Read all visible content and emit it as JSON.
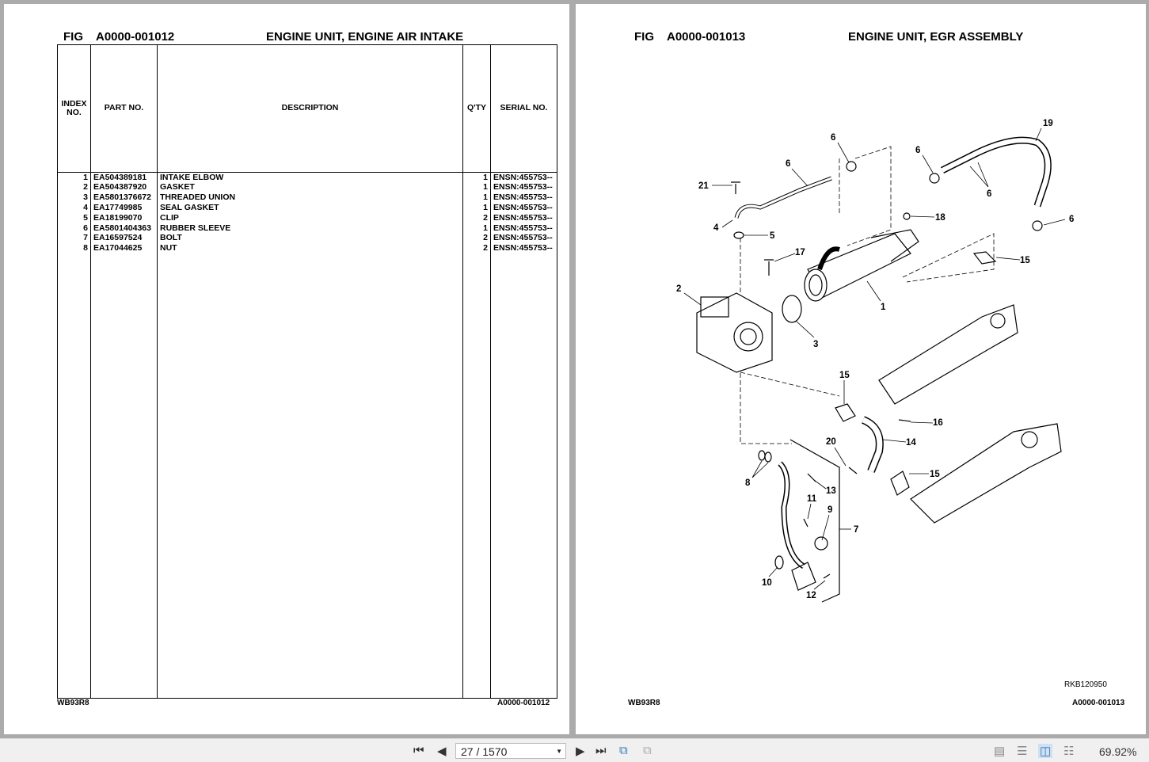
{
  "left_page": {
    "fig_label": "FIG",
    "fig_number": "A0000-001012",
    "title": "ENGINE UNIT, ENGINE AIR INTAKE",
    "columns": [
      "INDEX NO.",
      "PART NO.",
      "DESCRIPTION",
      "Q'TY",
      "SERIAL NO."
    ],
    "rows": [
      {
        "index": "1",
        "part": "EA504389181",
        "desc": "INTAKE ELBOW",
        "qty": "1",
        "serial": "ENSN:455753--"
      },
      {
        "index": "2",
        "part": "EA504387920",
        "desc": "GASKET",
        "qty": "1",
        "serial": "ENSN:455753--"
      },
      {
        "index": "3",
        "part": "EA5801376672",
        "desc": "THREADED UNION",
        "qty": "1",
        "serial": "ENSN:455753--"
      },
      {
        "index": "4",
        "part": "EA17749985",
        "desc": "SEAL GASKET",
        "qty": "1",
        "serial": "ENSN:455753--"
      },
      {
        "index": "5",
        "part": "EA18199070",
        "desc": "CLIP",
        "qty": "2",
        "serial": "ENSN:455753--"
      },
      {
        "index": "6",
        "part": "EA5801404363",
        "desc": "RUBBER SLEEVE",
        "qty": "1",
        "serial": "ENSN:455753--"
      },
      {
        "index": "7",
        "part": "EA16597524",
        "desc": "BOLT",
        "qty": "2",
        "serial": "ENSN:455753--"
      },
      {
        "index": "8",
        "part": "EA17044625",
        "desc": "NUT",
        "qty": "2",
        "serial": "ENSN:455753--"
      }
    ],
    "footer_left": "WB93R8",
    "footer_right": "A0000-001012"
  },
  "right_page": {
    "fig_label": "FIG",
    "fig_number": "A0000-001013",
    "title": "ENGINE UNIT, EGR ASSEMBLY",
    "callouts": [
      "19",
      "6",
      "6",
      "6",
      "21",
      "6",
      "18",
      "6",
      "4",
      "5",
      "17",
      "15",
      "2",
      "1",
      "3",
      "15",
      "16",
      "20",
      "14",
      "15",
      "8",
      "13",
      "11",
      "9",
      "7",
      "10",
      "12"
    ],
    "drawing_code": "RKB120950",
    "footer_left": "WB93R8",
    "footer_right": "A0000-001013"
  },
  "toolbar": {
    "page_indicator": "27 / 1570",
    "zoom_level": "69.92%",
    "icons": [
      "first-page-icon",
      "prev-page-icon",
      "next-page-icon",
      "last-page-icon",
      "fit-page-icon",
      "fit-width-icon",
      "single-page-icon",
      "continuous-icon",
      "two-page-icon",
      "two-page-continuous-icon"
    ]
  }
}
